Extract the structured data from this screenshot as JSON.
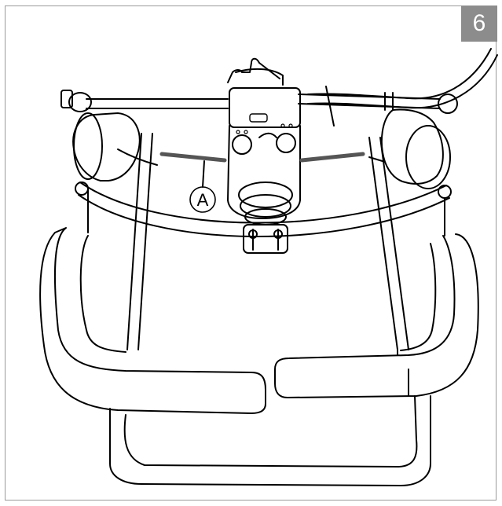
{
  "figure": {
    "number": "6",
    "callout_a": "A"
  },
  "icons": {
    "main": "mobility-scooter-tiller-control-illustration",
    "control_box": "control-box-icon",
    "callout": "callout-marker-icon"
  },
  "colors": {
    "badge_bg": "#8c8c8c",
    "badge_text": "#ffffff",
    "frame_border": "#9a9a9a",
    "line": "#000000",
    "cable_shade": "#555555"
  }
}
